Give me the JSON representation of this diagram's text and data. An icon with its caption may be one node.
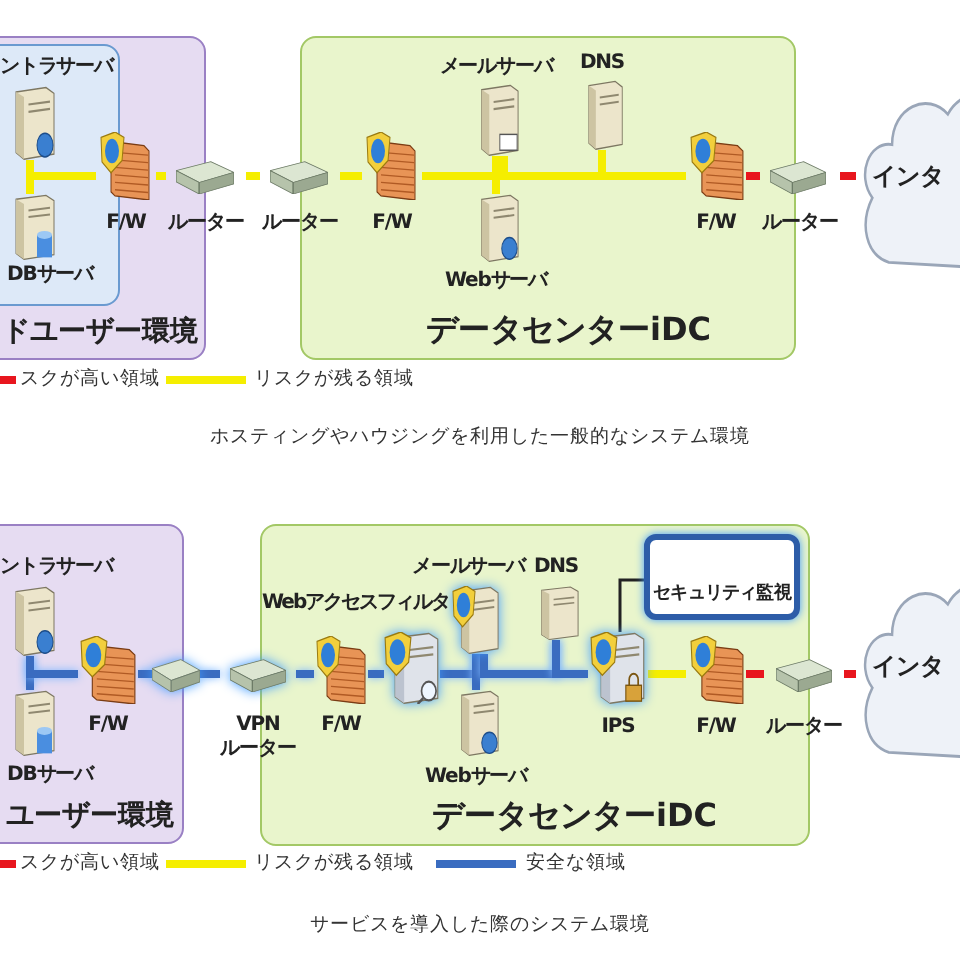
{
  "diagram": {
    "nodes": [
      {
        "text": [
          "ドユーザー環境"
        ]
      },
      {
        "text": [],
        "shape": "box",
        "in": 0
      },
      {
        "text": [
          "ントラサーバ"
        ],
        "in": 1
      },
      {
        "text": [
          "DBサーバ"
        ],
        "in": 1
      },
      {
        "text": [
          "F/W"
        ],
        "in": 0
      },
      {
        "text": [
          "ルーター"
        ]
      },
      {
        "text": [
          "ルーター"
        ]
      },
      {
        "text": [
          "データセンターiDC"
        ]
      },
      {
        "text": [
          "F/W"
        ],
        "in": 7
      },
      {
        "text": [
          "メールサーバ"
        ],
        "in": 7
      },
      {
        "text": [
          "DNS"
        ],
        "in": 7
      },
      {
        "text": [
          "Webサーバ"
        ],
        "in": 7
      },
      {
        "text": [
          "F/W"
        ],
        "in": 7
      },
      {
        "text": [
          "ルーター"
        ]
      },
      {
        "text": [
          "インタ"
        ]
      },
      {
        "text": [
          "ユーザー環境"
        ]
      },
      {
        "text": [
          "ントラサーバ"
        ],
        "in": 15
      },
      {
        "text": [
          "DBサーバ"
        ],
        "in": 15
      },
      {
        "text": [
          "F/W"
        ],
        "in": 15
      },
      {
        "text": [],
        "shape": "box"
      },
      {
        "text": [
          "VPN ルーター"
        ]
      },
      {
        "text": [
          "データセンターiDC"
        ]
      },
      {
        "text": [
          "F/W"
        ],
        "in": 21
      },
      {
        "text": [],
        "shape": "box",
        "in": 21
      },
      {
        "text": [
          "メールサーバ"
        ],
        "in": 21
      },
      {
        "text": [
          "DNS"
        ],
        "in": 21
      },
      {
        "text": [
          "Webサーバ"
        ],
        "in": 21
      },
      {
        "text": [
          "セキュリティ監視"
        ],
        "in": 21
      },
      {
        "text": [
          "IPS"
        ],
        "in": 21
      },
      {
        "text": [
          "F/W"
        ],
        "in": 21
      },
      {
        "text": [
          "ルーター"
        ]
      },
      {
        "text": [
          "インタ"
        ]
      }
    ],
    "edges": [
      {
        "from": 2,
        "to": 3,
        "arrow": "none",
        "color": "#f5ee00"
      },
      {
        "from": 2,
        "to": 4,
        "arrow": "none",
        "color": "#f5ee00"
      },
      {
        "from": 4,
        "to": 5,
        "arrow": "none",
        "color": "#f5ee00"
      },
      {
        "from": 5,
        "to": 6,
        "arrow": "none",
        "color": "#f5ee00"
      },
      {
        "from": 6,
        "to": 8,
        "arrow": "none",
        "color": "#f5ee00"
      },
      {
        "from": 8,
        "to": 9,
        "arrow": "none",
        "color": "#f5ee00"
      },
      {
        "from": 9,
        "to": 11,
        "arrow": "none",
        "color": "#f5ee00"
      },
      {
        "from": 9,
        "to": 10,
        "arrow": "none",
        "color": "#f5ee00"
      },
      {
        "from": 10,
        "to": 12,
        "arrow": "none",
        "color": "#f5ee00"
      },
      {
        "from": 12,
        "to": 13,
        "arrow": "none",
        "color": "#e8161e"
      },
      {
        "from": 13,
        "to": 14,
        "arrow": "none",
        "color": "#e8161e"
      },
      {
        "from": 16,
        "to": 17,
        "arrow": "none",
        "color": "#3a6cc0"
      },
      {
        "from": 16,
        "to": 18,
        "arrow": "none",
        "color": "#3a6cc0"
      },
      {
        "from": 18,
        "to": 19,
        "arrow": "none",
        "color": "#3a6cc0"
      },
      {
        "from": 19,
        "to": 20,
        "arrow": "none",
        "color": "#3a6cc0"
      },
      {
        "from": 20,
        "to": 22,
        "arrow": "none",
        "color": "#3a6cc0"
      },
      {
        "from": 22,
        "to": 23,
        "arrow": "none",
        "color": "#3a6cc0"
      },
      {
        "from": 23,
        "to": 24,
        "arrow": "none",
        "color": "#3a6cc0"
      },
      {
        "from": 24,
        "to": 26,
        "arrow": "none",
        "color": "#3a6cc0"
      },
      {
        "from": 24,
        "to": 25,
        "arrow": "none",
        "color": "#3a6cc0"
      },
      {
        "from": 25,
        "to": 28,
        "arrow": "none",
        "color": "#3a6cc0"
      },
      {
        "from": 28,
        "to": 27,
        "arrow": "none",
        "color": "#222222"
      },
      {
        "from": 28,
        "to": 29,
        "arrow": "none",
        "color": "#f5ee00"
      },
      {
        "from": 29,
        "to": 30,
        "arrow": "none",
        "color": "#e8161e"
      },
      {
        "from": 30,
        "to": 31,
        "arrow": "none",
        "color": "#e8161e"
      }
    ],
    "labels": [
      "ホスティングやハウジングを利用した一般的なシステム環境",
      "Webアクセスフィルタ",
      "サービスを導入した際のシステム環境"
    ],
    "legend": [
      {
        "text": "スクが高い領域",
        "color": "#e8161e"
      },
      {
        "text": "リスクが残る領域",
        "color": "#f5ee00"
      },
      {
        "text": "スクが高い領域",
        "color": "#e8161e"
      },
      {
        "text": "リスクが残る領域",
        "color": "#f5ee00"
      },
      {
        "text": "安全な領域",
        "color": "#3a6cc0"
      }
    ]
  }
}
